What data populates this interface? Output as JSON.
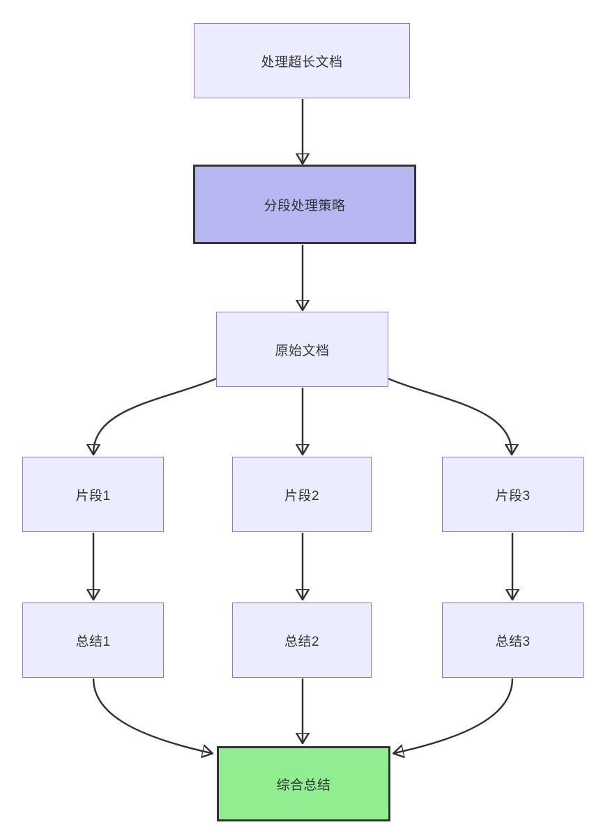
{
  "diagram": {
    "type": "flowchart",
    "direction": "top-down",
    "nodes": [
      {
        "id": "A",
        "label": "处理超长文档",
        "style": "default"
      },
      {
        "id": "B",
        "label": "分段处理策略",
        "style": "emphasis"
      },
      {
        "id": "C",
        "label": "原始文档",
        "style": "default"
      },
      {
        "id": "D1",
        "label": "片段1",
        "style": "default"
      },
      {
        "id": "D2",
        "label": "片段2",
        "style": "default"
      },
      {
        "id": "D3",
        "label": "片段3",
        "style": "default"
      },
      {
        "id": "E1",
        "label": "总结1",
        "style": "default"
      },
      {
        "id": "E2",
        "label": "总结2",
        "style": "default"
      },
      {
        "id": "E3",
        "label": "总结3",
        "style": "default"
      },
      {
        "id": "F",
        "label": "综合总结",
        "style": "success"
      }
    ],
    "edges": [
      {
        "from": "A",
        "to": "B"
      },
      {
        "from": "B",
        "to": "C"
      },
      {
        "from": "C",
        "to": "D1"
      },
      {
        "from": "C",
        "to": "D2"
      },
      {
        "from": "C",
        "to": "D3"
      },
      {
        "from": "D1",
        "to": "E1"
      },
      {
        "from": "D2",
        "to": "E2"
      },
      {
        "from": "D3",
        "to": "E3"
      },
      {
        "from": "E1",
        "to": "F"
      },
      {
        "from": "E2",
        "to": "F"
      },
      {
        "from": "E3",
        "to": "F"
      }
    ],
    "colors": {
      "node_fill": "#ECECFF",
      "node_border": "#9370DB",
      "emphasis_fill": "#B7B7F2",
      "emphasis_border": "#333333",
      "success_fill": "#90EE90",
      "success_border": "#333333",
      "edge": "#333333",
      "text": "#333333",
      "background": "#ffffff"
    }
  }
}
